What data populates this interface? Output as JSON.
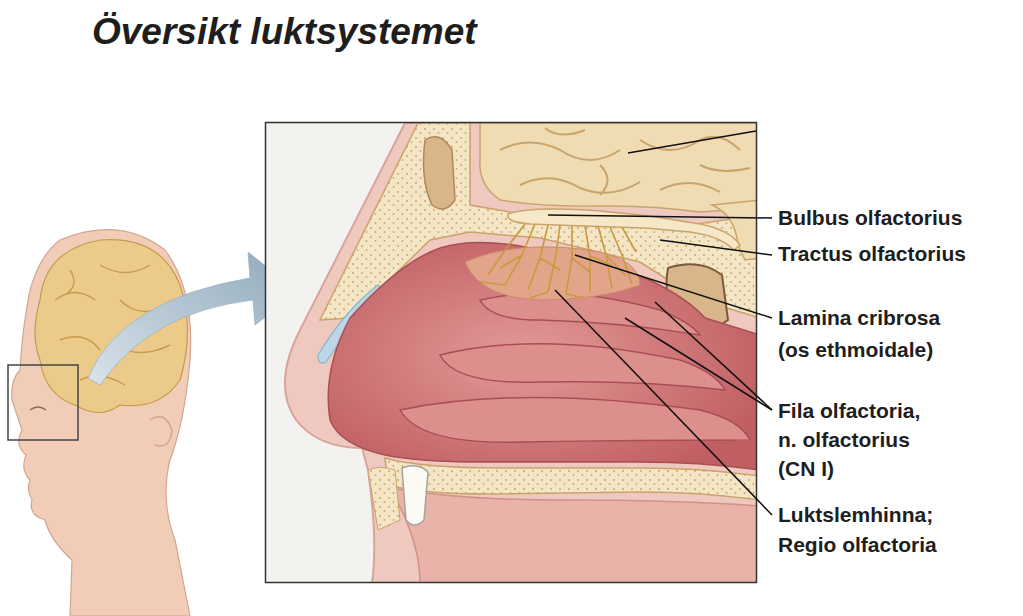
{
  "diagram": {
    "title": "Översikt luktsystemet",
    "labels": [
      "Bulbus olfactorius",
      "Tractus olfactorius",
      "Lamina cribrosa (os ethmoidale)",
      "Fila olfactoria, n. olfactorius (CN I)",
      "Luktslemhinna; Regio olfactoria"
    ]
  }
}
